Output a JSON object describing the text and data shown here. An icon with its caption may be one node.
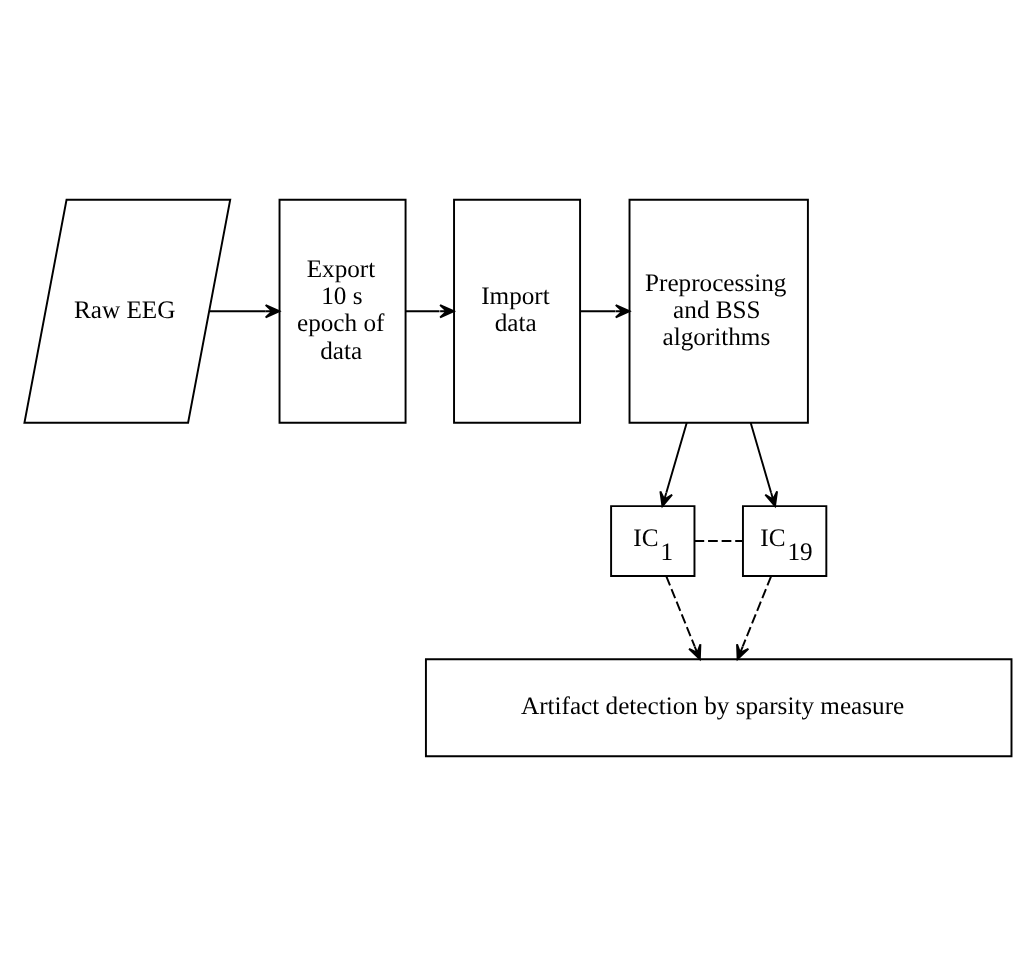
{
  "diagram": {
    "nodes": [
      {
        "text": [
          "Raw EEG"
        ]
      },
      {
        "text": [
          "Export 10 s epoch of data"
        ]
      },
      {
        "text": [
          "Import data"
        ]
      },
      {
        "text": [
          "Preprocessing and BSS algorithms"
        ]
      },
      {
        "text": [
          "IC$_{1}$"
        ]
      },
      {
        "text": [
          "IC$_{19}$"
        ]
      },
      {
        "text": [
          "Artifact detection by sparsity measure"
        ]
      }
    ],
    "edges": [
      {
        "from": 0,
        "to": 1,
        "arrow": "to"
      },
      {
        "from": 1,
        "to": 2,
        "arrow": "to"
      },
      {
        "from": 2,
        "to": 3,
        "arrow": "to"
      },
      {
        "from": 3,
        "to": 4,
        "arrow": "to"
      },
      {
        "from": 3,
        "to": 5,
        "arrow": "to"
      },
      {
        "from": 4,
        "to": 5,
        "arrow": "none",
        "style": "dashed"
      },
      {
        "from": 4,
        "to": 6,
        "arrow": "to",
        "style": "dashed"
      },
      {
        "from": 5,
        "to": 6,
        "arrow": "to",
        "style": "dashed"
      }
    ]
  }
}
